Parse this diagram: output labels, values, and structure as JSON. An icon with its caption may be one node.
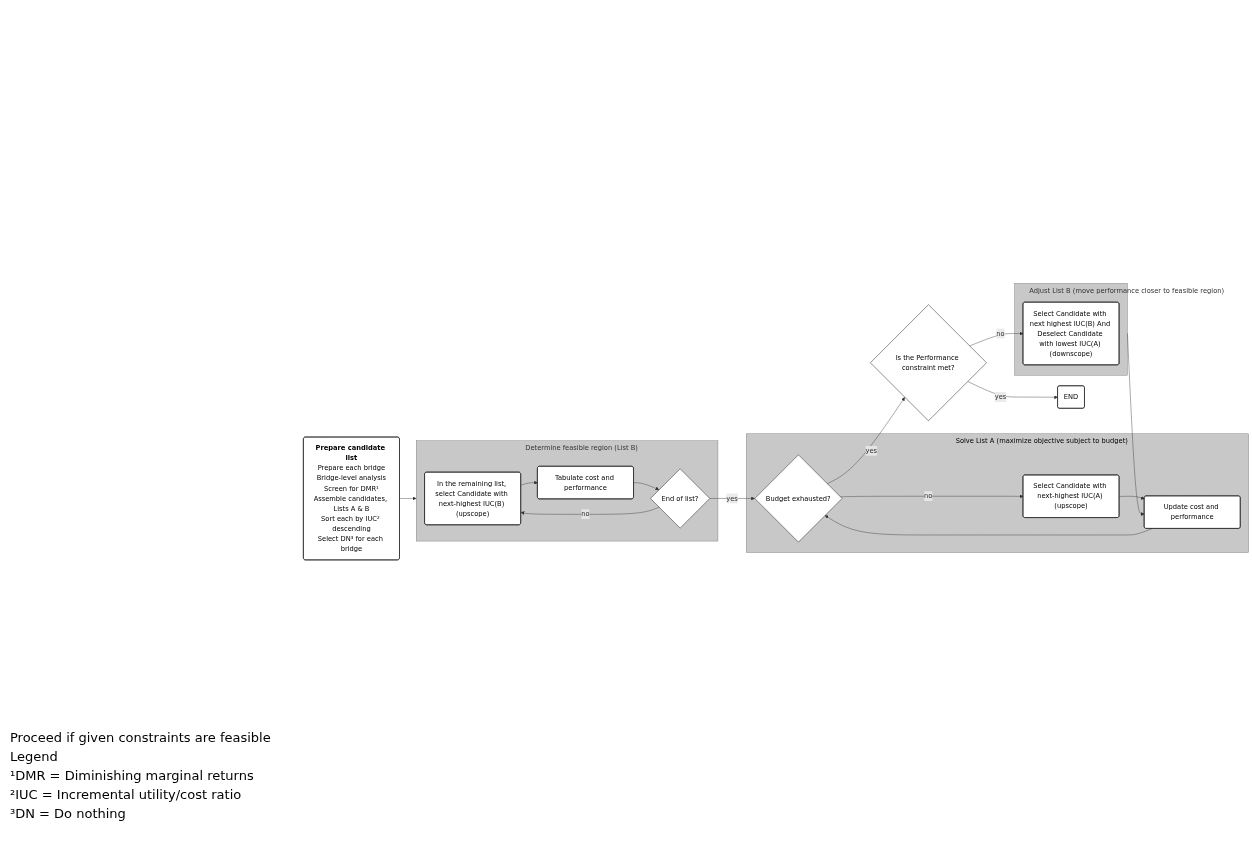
{
  "diagram": {
    "nodes": [
      {
        "text": [
          "Prepare candidate list",
          "Prepare each bridge",
          "Bridge-level analysis",
          "Screen for DMR¹",
          "Assemble candidates, Lists A & B",
          "Sort each by IUC² descending",
          "Select DN³ for each bridge"
        ]
      },
      {
        "text": [
          "Determine feasible region (List B)"
        ]
      },
      {
        "text": [
          "In the remaining list, select Candidate with next-highest IUC(B) (upscope)"
        ],
        "in": 1
      },
      {
        "text": [
          "Tabulate cost and performance"
        ],
        "in": 1
      },
      {
        "text": [
          "End of list?"
        ],
        "in": 1
      },
      {
        "text": [
          "Solve List A (maximize objective subject to budget)"
        ]
      },
      {
        "text": [
          "Budget exhausted?"
        ],
        "in": 5
      },
      {
        "text": [
          "Select Candidate with next-highest IUC(A) (upscope)"
        ],
        "in": 5
      },
      {
        "text": [
          "Update cost and performance"
        ],
        "in": 5
      },
      {
        "text": [
          "Adjust List B (move performance closer to feasible region)"
        ]
      },
      {
        "text": [
          "Select Candidate with next highest IUC(B) And Deselect Candidate with lowest IUC(A) (downscope)"
        ],
        "in": 9
      },
      {
        "text": [
          "Is the Performance constraint met?"
        ]
      },
      {
        "text": [
          "END"
        ]
      }
    ],
    "edges": [
      {
        "from": 0,
        "to": 1,
        "arrow": "to"
      },
      {
        "from": 2,
        "to": 3,
        "arrow": "to"
      },
      {
        "from": 3,
        "to": 4,
        "arrow": "to"
      },
      {
        "from": 4,
        "to": 2,
        "arrow": "to",
        "label": "no"
      },
      {
        "from": 4,
        "to": 6,
        "arrow": "to",
        "label": "yes"
      },
      {
        "from": 6,
        "to": 7,
        "arrow": "to",
        "label": "no"
      },
      {
        "from": 7,
        "to": 8,
        "arrow": "to"
      },
      {
        "from": 8,
        "to": 6,
        "arrow": "to"
      },
      {
        "from": 6,
        "to": 11,
        "arrow": "to",
        "label": "yes"
      },
      {
        "from": 11,
        "to": 10,
        "arrow": "to",
        "label": "no"
      },
      {
        "from": 11,
        "to": 12,
        "arrow": "to",
        "label": "yes"
      },
      {
        "from": 9,
        "to": 8,
        "arrow": "to"
      }
    ],
    "labels": [
      "Proceed if given constraints are feasible",
      "Legend",
      "¹DMR = Diminishing marginal returns",
      "²IUC = Incremental utility/cost ratio",
      "³DN = Do nothing"
    ]
  }
}
